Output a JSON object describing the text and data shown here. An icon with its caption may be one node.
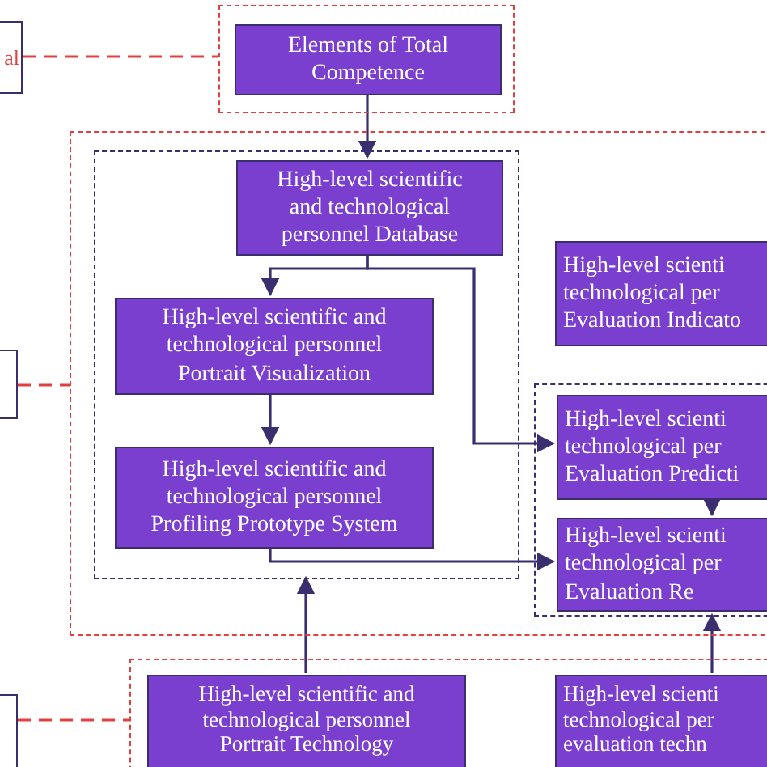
{
  "diagram": {
    "nodes": [
      {
        "text": [
          "al"
        ]
      },
      {
        "text": [],
        "shape": "box"
      },
      {
        "text": [
          "Elements of Total Competence"
        ],
        "in": 1
      },
      {
        "text": [],
        "shape": "box"
      },
      {
        "text": [],
        "shape": "box"
      },
      {
        "text": [],
        "shape": "box",
        "in": 4
      },
      {
        "text": [
          "High-level scientific and technological personnel Database"
        ],
        "in": 5
      },
      {
        "text": [
          "High-level scientific and technological personnel Portrait Visualization"
        ],
        "in": 5
      },
      {
        "text": [
          "High-level scientific and technological personnel Profiling Prototype System"
        ],
        "in": 5
      },
      {
        "text": [
          "High-level scienti technological per Evaluation Indicato"
        ],
        "in": 4
      },
      {
        "text": [],
        "shape": "box",
        "in": 4
      },
      {
        "text": [
          "High-level scienti technological per Evaluation Predicti"
        ],
        "in": 10
      },
      {
        "text": [
          "High-level scienti technological per Evaluation Re"
        ],
        "in": 10
      },
      {
        "text": [],
        "shape": "box"
      },
      {
        "text": [],
        "shape": "box"
      },
      {
        "text": [
          "High-level scientific and technological personnel Portrait Technology"
        ],
        "in": 14
      },
      {
        "text": [
          "High-level scienti technological per evaluation techn"
        ],
        "in": 14
      }
    ],
    "edges": [
      {
        "from": 0,
        "to": 1,
        "arrow": "none",
        "style": "dashed",
        "color": "#e0403f"
      },
      {
        "from": 3,
        "to": 4,
        "arrow": "none",
        "style": "dashed",
        "color": "#e0403f"
      },
      {
        "from": 13,
        "to": 14,
        "arrow": "none",
        "style": "dashed",
        "color": "#e0403f"
      },
      {
        "from": 2,
        "to": 6,
        "arrow": "to"
      },
      {
        "from": 6,
        "to": 7,
        "arrow": "to"
      },
      {
        "from": 6,
        "to": 11,
        "arrow": "to"
      },
      {
        "from": 7,
        "to": 8,
        "arrow": "to"
      },
      {
        "from": 8,
        "to": 12,
        "arrow": "to"
      },
      {
        "from": 11,
        "to": 12,
        "arrow": "to"
      },
      {
        "from": 15,
        "to": 5,
        "arrow": "to"
      },
      {
        "from": 16,
        "to": 10,
        "arrow": "to"
      }
    ]
  }
}
